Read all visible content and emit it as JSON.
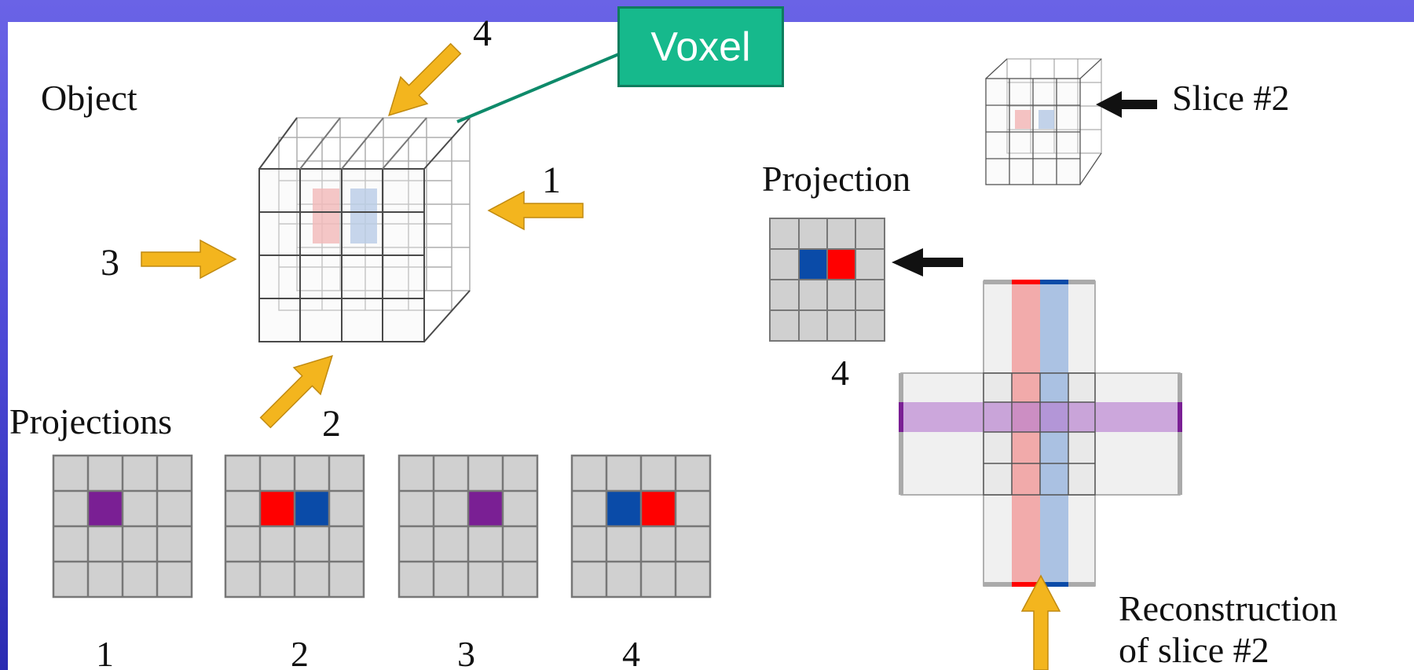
{
  "callout": {
    "label": "Voxel"
  },
  "left": {
    "object_label": "Object",
    "projections_label": "Projections",
    "direction_numbers": [
      "1",
      "2",
      "3",
      "4"
    ],
    "projection_panel_numbers": [
      "1",
      "2",
      "3",
      "4"
    ]
  },
  "right": {
    "slice_label": "Slice #2",
    "projection_label": "Projection",
    "projection_number": "4",
    "reconstruction_line1": "Reconstruction",
    "reconstruction_line2": "of slice #2"
  },
  "colors": {
    "arrow": "#f3b51e",
    "red": "#ff0000",
    "blue": "#0a4ba8",
    "purple": "#7a1f94",
    "grey_cell": "#d0d0d0",
    "callout_bg": "#16b98c"
  },
  "projection_grids": [
    {
      "cells": [
        [
          1,
          1,
          "purple"
        ]
      ]
    },
    {
      "cells": [
        [
          1,
          1,
          "red"
        ],
        [
          1,
          2,
          "blue"
        ]
      ]
    },
    {
      "cells": [
        [
          1,
          2,
          "purple"
        ]
      ]
    },
    {
      "cells": [
        [
          1,
          1,
          "blue"
        ],
        [
          1,
          2,
          "red"
        ]
      ]
    }
  ]
}
